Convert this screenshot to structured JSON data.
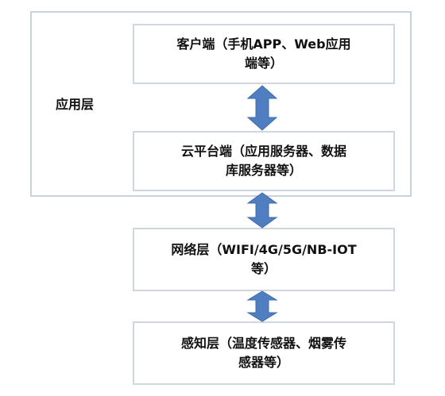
{
  "application_layer": {
    "label": "应用层"
  },
  "client": {
    "line1": "客户端（手机APP、Web应用",
    "line2": "端等）"
  },
  "cloud": {
    "line1": "云平台端（应用服务器、数据",
    "line2": "库服务器等）"
  },
  "network": {
    "line1": "网络层（WIFI/4G/5G/NB-IOT",
    "line2": "等）"
  },
  "sensing": {
    "line1": "感知层（温度传感器、烟雾传",
    "line2": "感器等）"
  },
  "colors": {
    "arrow": "#4f7fc0",
    "border": "#cfd6e0"
  }
}
